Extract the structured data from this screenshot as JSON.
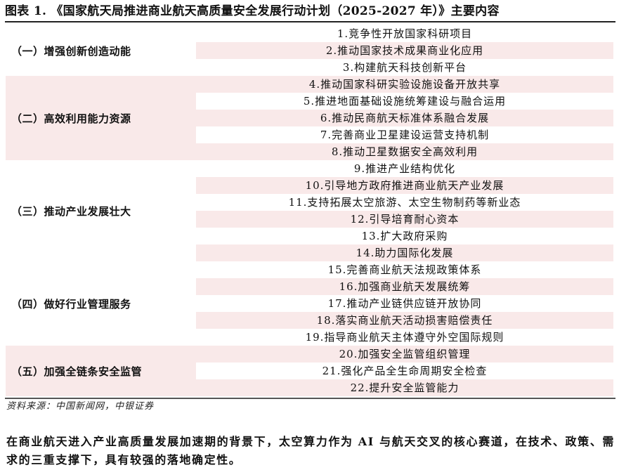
{
  "title": "图表 1. 《国家航天局推进商业航天高质量安全发展行动计划（2025-2027 年）》主要内容",
  "table": {
    "sections": [
      {
        "label": "（一）增强创新创造动能",
        "shaded": false,
        "items": [
          "1.竞争性开放国家科研项目",
          "2.推动国家技术成果商业化应用",
          "3.构建航天科技创新平台"
        ]
      },
      {
        "label": "（二）高效利用能力资源",
        "shaded": true,
        "items": [
          "4.推动国家科研实验设施设备开放共享",
          "5.推进地面基础设施统筹建设与融合运用",
          "6.推动民商航天标准体系融合发展",
          "7.完善商业卫星建设运营支持机制",
          "8.推动卫星数据安全高效利用"
        ]
      },
      {
        "label": "（三）推动产业发展壮大",
        "shaded": false,
        "items": [
          "9.推进产业结构优化",
          "10.引导地方政府推进商业航天产业发展",
          "11.支持拓展太空旅游、太空生物制药等新业态",
          "12.引导培育耐心资本",
          "13.扩大政府采购",
          "14.助力国际化发展"
        ]
      },
      {
        "label": "（四）做好行业管理服务",
        "shaded": false,
        "items": [
          "15.完善商业航天法规政策体系",
          "16.加强商业航天发展统筹",
          "17.推动产业链供应链开放协同",
          "18.落实商业航天活动损害赔偿责任",
          "19.指导商业航天主体遵守外空国际规则"
        ]
      },
      {
        "label": "（五）加强全链条安全监管",
        "shaded": true,
        "items": [
          "20.加强安全监管组织管理",
          "21.强化产品全生命周期安全检查",
          "22.提升安全监管能力"
        ]
      }
    ]
  },
  "source": "资料来源：中国新闻网，中银证券",
  "paragraph": "在商业航天进入产业高质量发展加速期的背景下，太空算力作为 AI 与航天交叉的核心赛道，在技术、政策、需求的三重支撑下，具有较强的落地确定性。",
  "colors": {
    "row_shade": "#f9e9e9",
    "rule": "#222222",
    "text": "#111111"
  }
}
